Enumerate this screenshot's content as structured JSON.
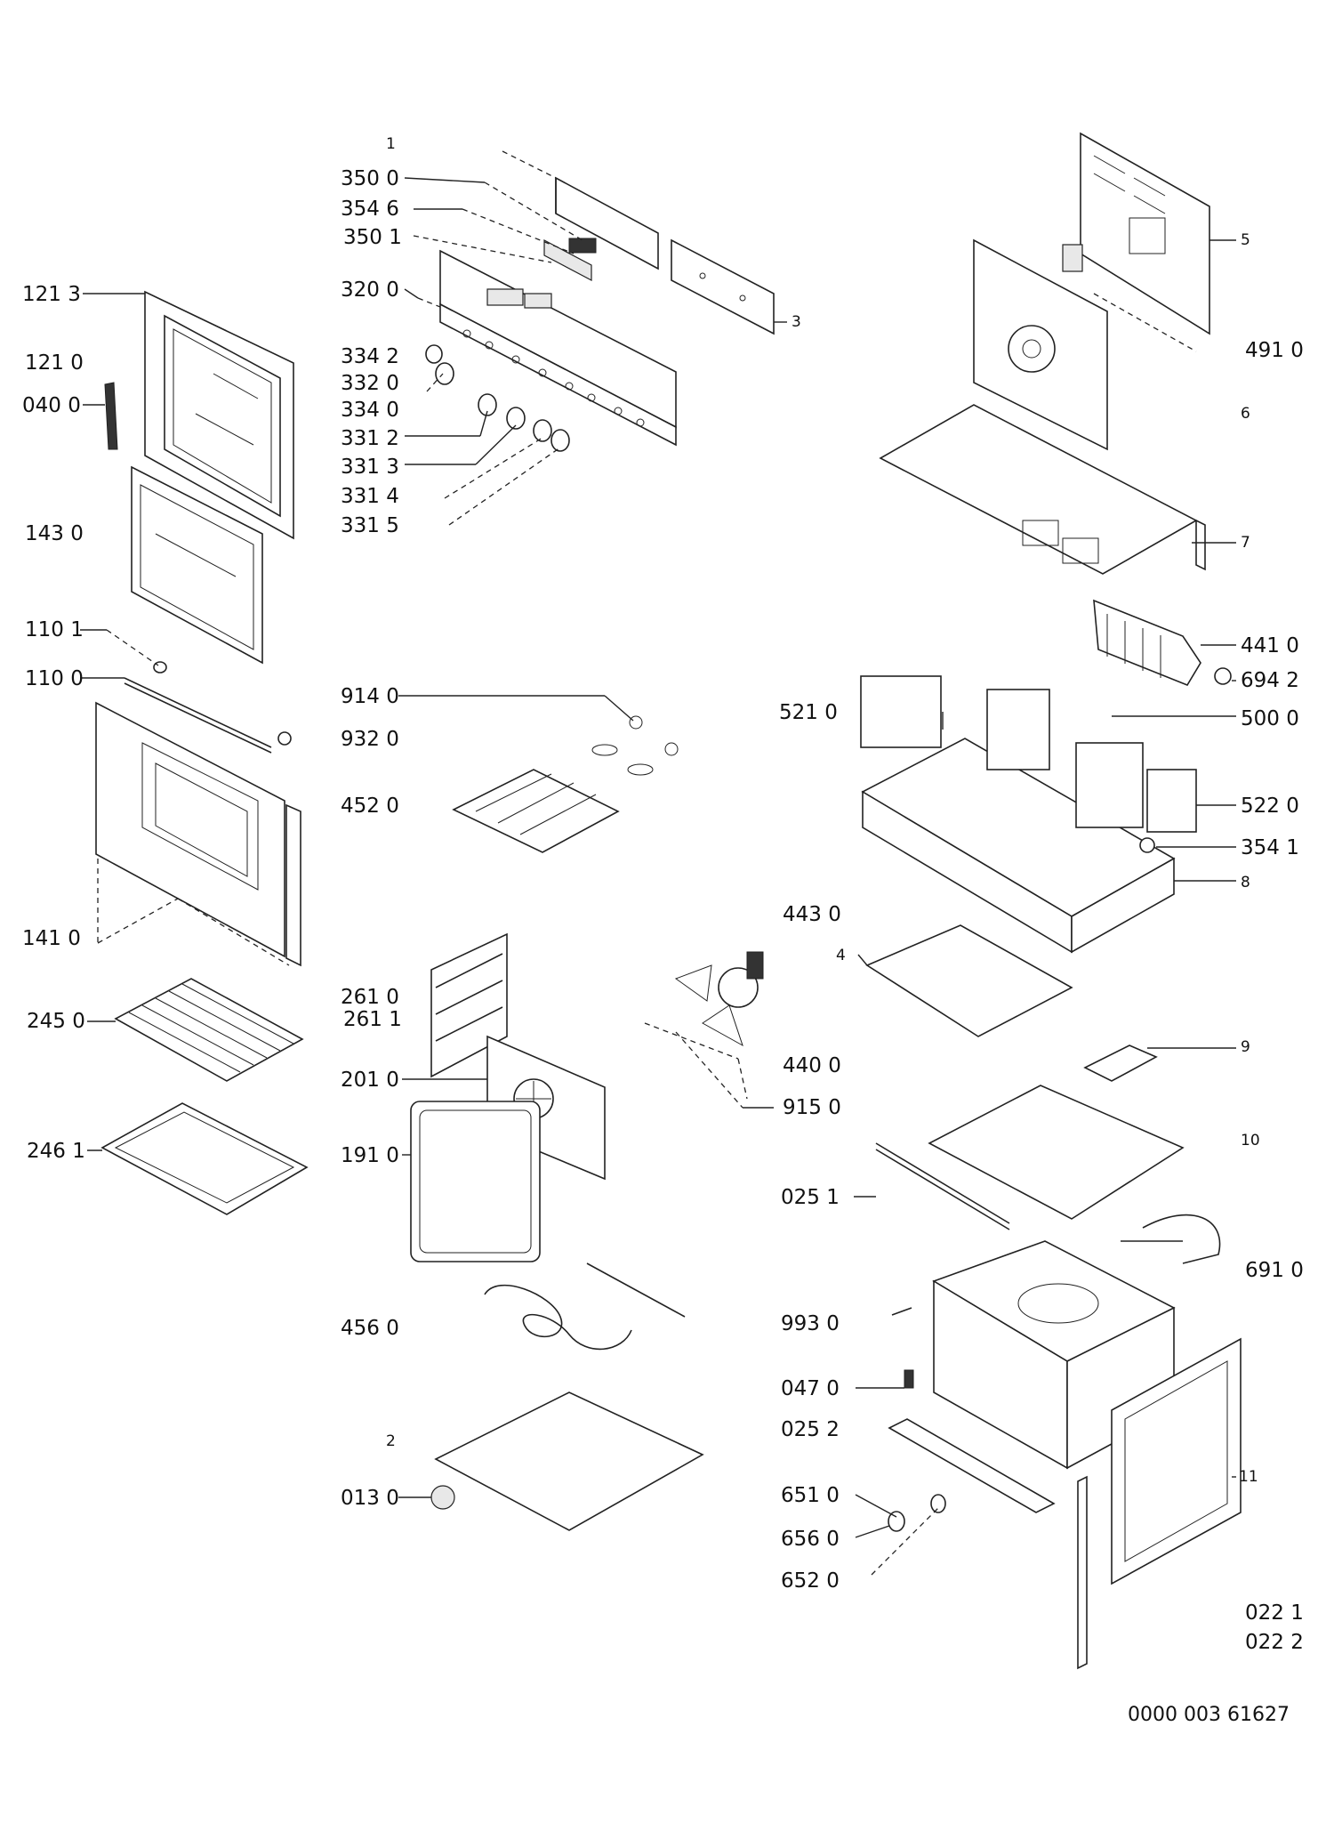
{
  "colors": {
    "ink": "#222222",
    "background": "#ffffff"
  },
  "labels": {
    "l1": "1",
    "l350_0": "350 0",
    "l354_6": "354 6",
    "l350_1": "350 1",
    "l320_0": "320 0",
    "l3": "3",
    "l334_2": "334 2",
    "l332_0": "332 0",
    "l334_0": "334 0",
    "l331_2": "331 2",
    "l331_3": "331 3",
    "l331_4": "331 4",
    "l331_5": "331 5",
    "l121_3": "121 3",
    "l121_0": "121 0",
    "l040_0": "040 0",
    "l143_0": "143 0",
    "l110_1": "110 1",
    "l110_0": "110 0",
    "l141_0": "141 0",
    "l245_0": "245 0",
    "l246_1": "246 1",
    "l914_0": "914 0",
    "l932_0": "932 0",
    "l452_0": "452 0",
    "l261_0": "261 0",
    "l261_1": "261 1",
    "l201_0": "201 0",
    "l191_0": "191 0",
    "l456_0": "456 0",
    "l2": "2",
    "l013_0": "013 0",
    "l5": "5",
    "l491_0": "491 0",
    "l6": "6",
    "l7": "7",
    "l441_0": "441 0",
    "l694_2": "694 2",
    "l521_0": "521 0",
    "l500_0": "500 0",
    "l522_0": "522 0",
    "l354_1": "354 1",
    "l8": "8",
    "l443_0": "443 0",
    "l4": "4",
    "l440_0": "440 0",
    "l915_0": "915 0",
    "l9": "9",
    "l10": "10",
    "l025_1": "025 1",
    "l691_0": "691 0",
    "l993_0": "993 0",
    "l047_0": "047 0",
    "l025_2": "025 2",
    "l11": "11",
    "l651_0": "651 0",
    "l656_0": "656 0",
    "l652_0": "652 0",
    "l022_1": "022 1",
    "l022_2": "022 2"
  },
  "document_code": "0000 003 61627"
}
